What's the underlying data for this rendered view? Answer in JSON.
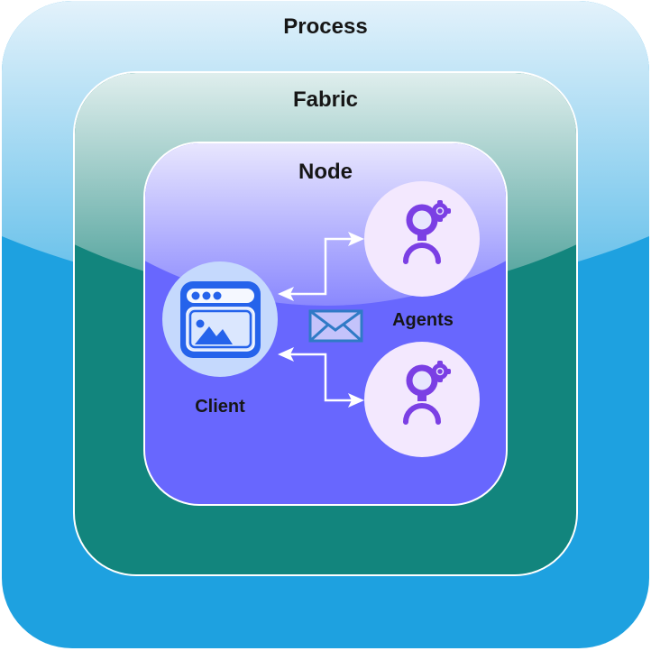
{
  "diagram": {
    "process": {
      "label": "Process"
    },
    "fabric": {
      "label": "Fabric"
    },
    "node": {
      "label": "Node"
    },
    "client": {
      "label": "Client",
      "icon": "browser-window-icon"
    },
    "agents": {
      "label": "Agents",
      "icon": "agent-gear-icon",
      "count": 2
    },
    "message": {
      "icon": "envelope-icon"
    }
  },
  "colors": {
    "process": "#1ea1e0",
    "fabric": "#12857d",
    "node": "#6867fe",
    "client_circle": "#c5d9fd",
    "client_icon": "#2563eb",
    "agent_circle": "#f3e8fe",
    "agent_icon": "#7b3fe4",
    "envelope": "#2f7ac6"
  }
}
